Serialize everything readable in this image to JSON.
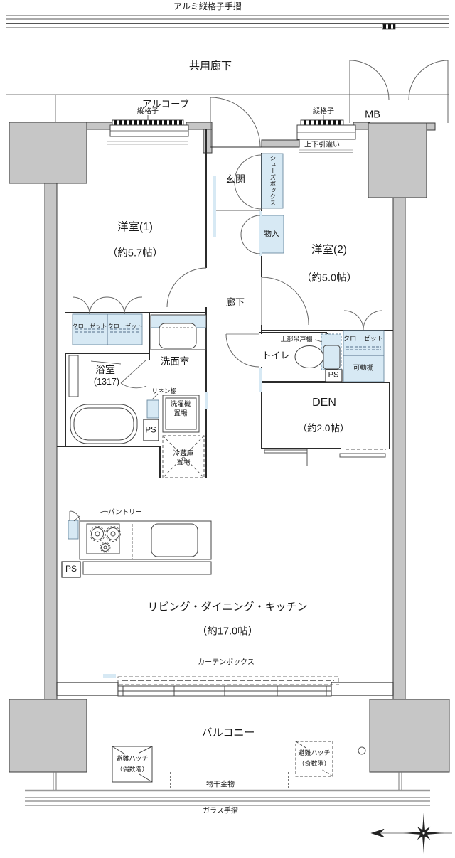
{
  "colors": {
    "wall": "#c6c6c6",
    "storage": "#d7e9f4",
    "line": "#333333"
  },
  "plan": {
    "exterior": {
      "handrail": "アルミ縦格子手摺",
      "corridor": "共用廊下",
      "alcove": "アルコーブ",
      "lattice1": "縦格子",
      "lattice2": "縦格子",
      "mb": "MB",
      "sliding": "上下引違い"
    },
    "rooms": {
      "w1": "洋室(1)",
      "w1s": "（約5.7帖）",
      "w2": "洋室(2)",
      "w2s": "（約5.0帖）",
      "entrance": "玄関",
      "hall": "廊下",
      "wash": "洗面室",
      "bath": "浴室",
      "baths": "(1317)",
      "toilet": "トイレ",
      "den": "DEN",
      "dens": "（約2.0帖）",
      "ldk": "リビング・ダイニング・キッチン",
      "ldks": "（約17.0帖）",
      "balcony": "バルコニー"
    },
    "storage": {
      "shoes": "シューズボックス",
      "mono": "物入",
      "c1a": "クローゼット",
      "c1b": "クローゼット",
      "c2": "クローゼット",
      "movable": "可動棚",
      "linen": "リネン棚",
      "upper": "上部吊戸棚",
      "pantry": "パントリー",
      "washer1": "洗濯機",
      "washer2": "置場",
      "fridge1": "冷蔵庫",
      "fridge2": "置場"
    },
    "misc": {
      "ps": "PS",
      "curtain": "カーテンボックス",
      "laundry": "物干金物",
      "glass": "ガラス手摺",
      "hatch_e1": "避難ハッチ",
      "hatch_e2": "（偶数階）",
      "hatch_o1": "避難ハッチ",
      "hatch_o2": "（奇数階）"
    }
  }
}
